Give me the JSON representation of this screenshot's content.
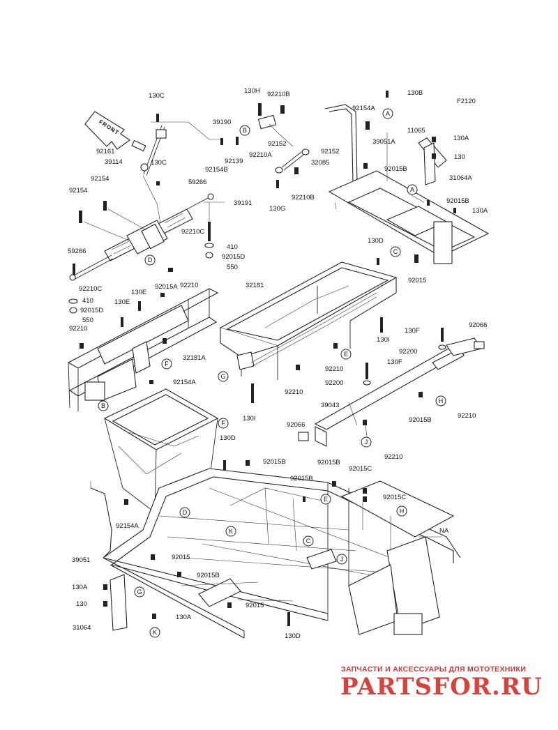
{
  "diagram_code": "F2120",
  "front_label": "FRONT",
  "callouts": [
    "A",
    "A",
    "B",
    "B",
    "C",
    "C",
    "D",
    "D",
    "E",
    "E",
    "F",
    "F",
    "G",
    "G",
    "H",
    "H",
    "J",
    "J",
    "K",
    "K"
  ],
  "labels": {
    "l130C_a": "130C",
    "l130H": "130H",
    "l92210B_a": "92210B",
    "l130B": "130B",
    "l92154A_a": "92154A",
    "lF2120": "F2120",
    "l39190": "39190",
    "l11065": "11065",
    "l39051A": "39051A",
    "l130A_a": "130A",
    "l130_a": "130",
    "l92161": "92161",
    "l39114": "39114",
    "l130C_b": "130C",
    "l92139": "92139",
    "l92152_a": "92152",
    "l92152_b": "92152",
    "l92210A": "92210A",
    "l32085": "32085",
    "l92154B": "92154B",
    "l92015B_a": "92015B",
    "l31064A": "31064A",
    "l92154_a": "92154",
    "l92154_b": "92154",
    "l59266_a": "59266",
    "l39191": "39191",
    "l130G": "130G",
    "l92210B_b": "92210B",
    "l92015B_b": "92015B",
    "l130A_b": "130A",
    "l92210C_a": "92210C",
    "l410_a": "410",
    "l92015D_a": "92015D",
    "l550_a": "550",
    "l59266_b": "59266",
    "l130D_a": "130D",
    "l92015_a": "92015",
    "l92210C_b": "92210C",
    "l92015A": "92015A",
    "l92210_a": "92210",
    "l32181": "32181",
    "l130E_a": "130E",
    "l130E_b": "130E",
    "l410_b": "410",
    "l92015D_b": "92015D",
    "l550_b": "550",
    "l92210_b": "92210",
    "l130I_a": "130I",
    "l130F_a": "130F",
    "l92066_a": "92066",
    "l32181A": "32181A",
    "l92210_c": "92210",
    "l92200_a": "92200",
    "l130F_b": "130F",
    "l92154A_b": "92154A",
    "l92200_b": "92200",
    "l92210_d": "92210",
    "l130I_b": "130I",
    "l39043": "39043",
    "l92015B_c": "92015B",
    "l92210_e": "92210",
    "l92066_b": "92066",
    "l92210_f": "92210",
    "l130D_b": "130D",
    "l92015B_d": "92015B",
    "l92015B_e": "92015B",
    "l92015C_a": "92015C",
    "l92015B_f": "92015B",
    "l92015C_b": "92015C",
    "l92154A_c": "92154A",
    "lNA": "NA",
    "l39051": "39051",
    "l92015_b": "92015",
    "l92015B_g": "92015B",
    "l130A_c": "130A",
    "l130_b": "130",
    "l92015_c": "92015",
    "l31064": "31064",
    "l130A_d": "130A",
    "l130D_c": "130D"
  },
  "watermark": {
    "caption": "ЗАПЧАСТИ И АКСЕССУАРЫ ДЛЯ МОТОТЕХНИКИ",
    "logo": "PARTSFOR.RU"
  },
  "colors": {
    "line": "#222222",
    "watermark": "#d6433c"
  }
}
